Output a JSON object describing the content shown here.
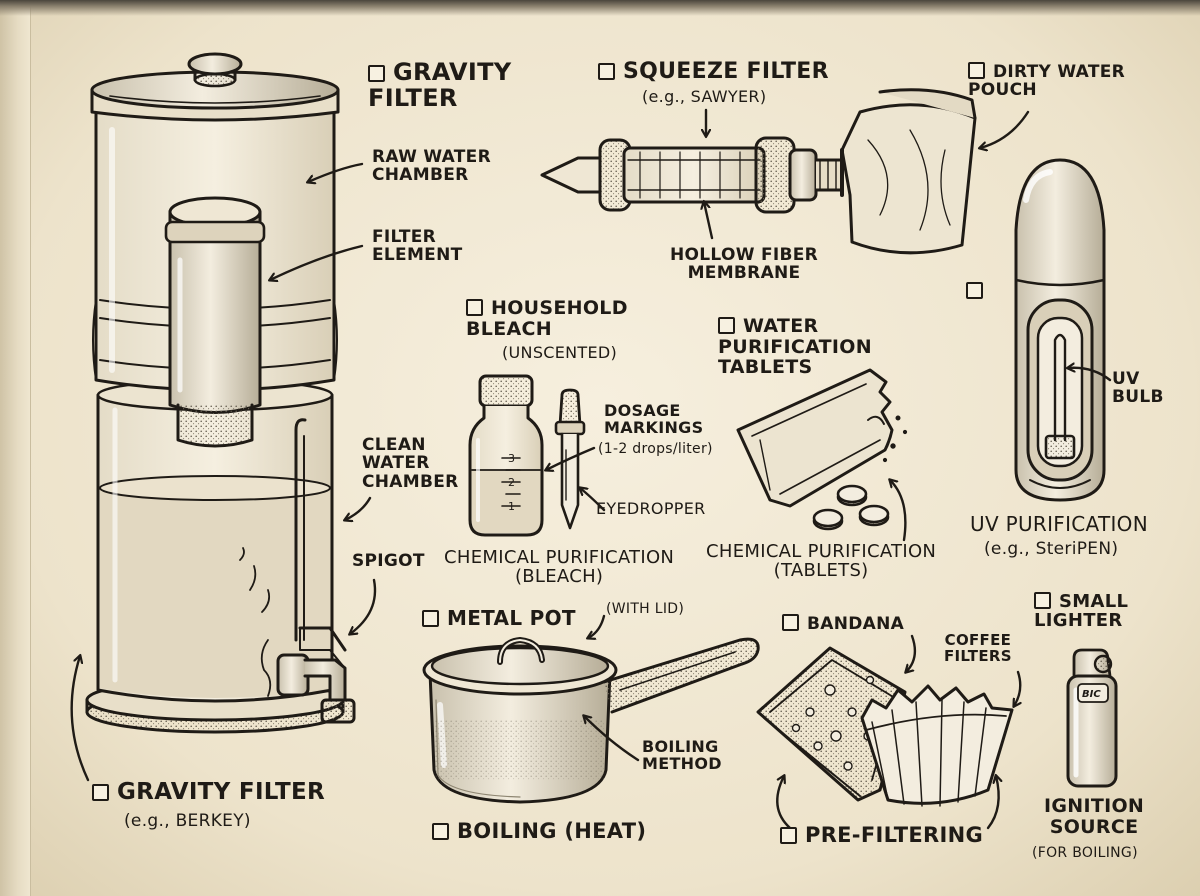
{
  "labels": {
    "gravity_title": "GRAVITY\nFILTER",
    "raw_water": "RAW WATER\nCHAMBER",
    "filter_element": "FILTER\nELEMENT",
    "clean_water": "CLEAN\nWATER\nCHAMBER",
    "spigot": "SPIGOT",
    "gravity_bottom_title": "GRAVITY FILTER",
    "gravity_bottom_sub": "(e.g., BERKEY)",
    "squeeze_title": "SQUEEZE FILTER",
    "squeeze_sub": "(e.g., SAWYER)",
    "hollow_fiber": "HOLLOW FIBER\nMEMBRANE",
    "dirty_pouch": "DIRTY WATER\nPOUCH",
    "bleach_title": "HOUSEHOLD\nBLEACH",
    "bleach_sub": "(UNSCENTED)",
    "dosage": "DOSAGE\nMARKINGS",
    "dosage_sub": "(1-2 drops/liter)",
    "eyedropper": "EYEDROPPER",
    "chem_bleach": "CHEMICAL PURIFICATION\n(BLEACH)",
    "tablets_title": "WATER\nPURIFICATION\nTABLETS",
    "chem_tablets": "CHEMICAL PURIFICATION\n(TABLETS)",
    "uv_bulb": "UV\nBULB",
    "uv_title": "UV PURIFICATION",
    "uv_sub": "(e.g., SteriPEN)",
    "metal_pot": "METAL POT",
    "with_lid": "(WITH LID)",
    "boiling_method": "BOILING\nMETHOD",
    "boiling_heat": "BOILING (HEAT)",
    "bandana": "BANDANA",
    "coffee_filters": "COFFEE\nFILTERS",
    "pre_filtering": "PRE-FILTERING",
    "small_lighter": "SMALL\nLIGHTER",
    "ignition": "IGNITION\nSOURCE",
    "ignition_sub": "(FOR BOILING)",
    "bottle_marks": [
      "3",
      "2",
      "1"
    ],
    "lighter_brand": "BIC"
  },
  "colors": {
    "paper": "#f1e9d6",
    "ink": "#1f1b16",
    "shade": "#b9b09a"
  }
}
